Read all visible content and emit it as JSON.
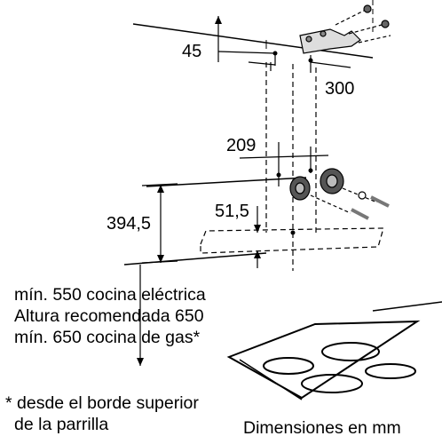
{
  "dimensions": {
    "d45": "45",
    "d300": "300",
    "d209": "209",
    "d394_5": "394,5",
    "d51_5": "51,5"
  },
  "notes": {
    "line1": "mín. 550 cocina eléctrica",
    "line2": "Altura recomendada 650",
    "line3": "mín. 650 cocina de gas*",
    "foot1": "* desde el borde superior",
    "foot2": "de la parrilla",
    "units": "Dimensiones en mm"
  }
}
